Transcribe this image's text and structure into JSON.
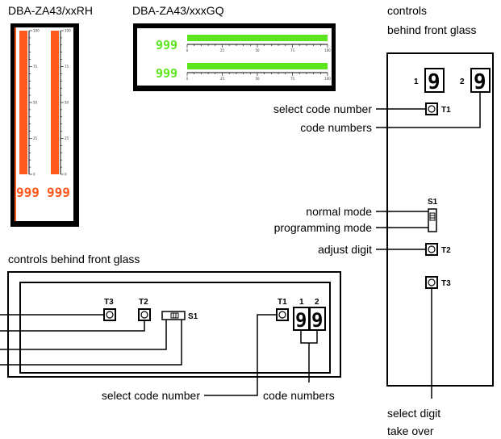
{
  "titles": {
    "rh": "DBA-ZA43/xxRH",
    "gq": "DBA-ZA43/xxxGQ",
    "right_line1": "controls",
    "right_line2": "behind front glass",
    "bottom": "controls behind front glass"
  },
  "meter_rh": {
    "scale_ticks": [
      "100",
      "75",
      "50",
      "25",
      "0"
    ],
    "readouts": [
      "999",
      "999"
    ],
    "bar_color": "#ff5a1e",
    "bar_fill_fraction": 1.0
  },
  "meter_gq": {
    "scale_ticks": [
      "0",
      "25",
      "50",
      "75",
      "100"
    ],
    "readouts": [
      "999",
      "999"
    ],
    "bar_color": "#5ce61e",
    "bar_fill_fraction": 1.0
  },
  "right_panel": {
    "digit_label_1": "1",
    "digit_label_2": "2",
    "digit_1": "9",
    "digit_2": "9",
    "t1": "T1",
    "s1": "S1",
    "t2": "T2",
    "t3": "T3",
    "labels": {
      "select_code_number": "select code number",
      "code_numbers": "code numbers",
      "normal_mode": "normal mode",
      "programming_mode": "programming mode",
      "adjust_digit": "adjust digit",
      "select_digit": "select digit",
      "take_over": "take over"
    }
  },
  "bottom_panel": {
    "t3": "T3",
    "t2": "T2",
    "s1": "S1",
    "t1": "T1",
    "digit_label_1": "1",
    "digit_label_2": "2",
    "digit_1": "9",
    "digit_2": "9",
    "labels": {
      "select_code_number": "select code number",
      "code_numbers": "code numbers"
    }
  }
}
